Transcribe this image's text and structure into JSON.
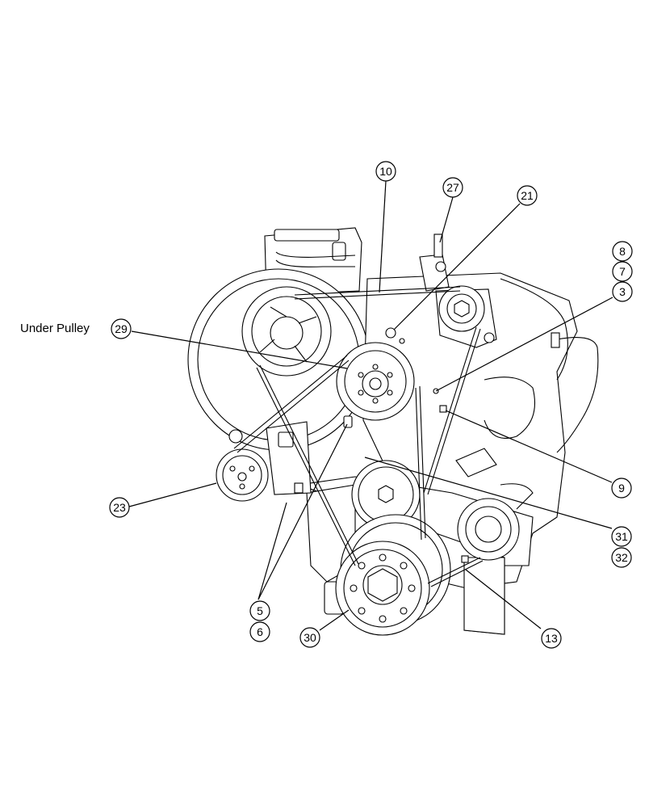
{
  "note_label": "Under Pulley",
  "callouts": [
    "10",
    "27",
    "21",
    "8",
    "7",
    "3",
    "29",
    "23",
    "9",
    "31",
    "32",
    "5",
    "6",
    "30",
    "13"
  ]
}
